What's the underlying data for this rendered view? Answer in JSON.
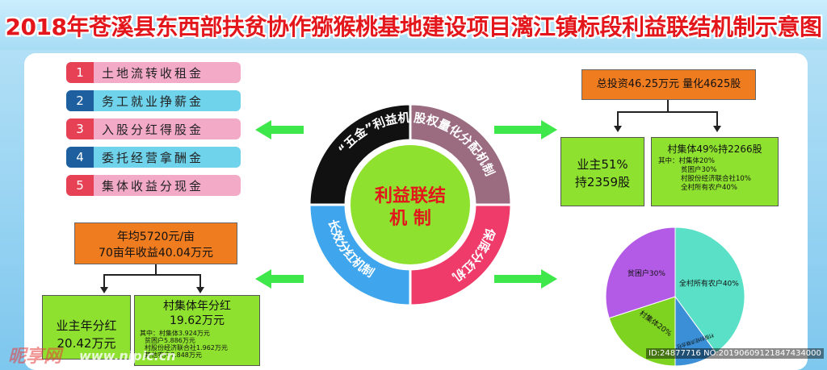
{
  "title": "2018年苍溪县东西部扶贫协作猕猴桃基地建设项目漓江镇标段利益联结机制示意图",
  "left_items": [
    {
      "num": "1",
      "label": "土地流转收租金",
      "style": "pink"
    },
    {
      "num": "2",
      "label": "务工就业挣薪金",
      "style": "cyan"
    },
    {
      "num": "3",
      "label": "入股分红得股金",
      "style": "pink"
    },
    {
      "num": "4",
      "label": "委托经营拿酬金",
      "style": "cyan"
    },
    {
      "num": "5",
      "label": "集体收益分现金",
      "style": "pink"
    }
  ],
  "center": {
    "core_line1": "利益联结",
    "core_line2": "机 制",
    "segments": [
      {
        "label": "“五金”利益机制",
        "color": "#111111"
      },
      {
        "label": "股权量化分配机制",
        "color": "#9b6b80"
      },
      {
        "label": "保底分红机",
        "color": "#ee3b6a"
      },
      {
        "label": "长效分红机制",
        "color": "#3fa6ee"
      }
    ]
  },
  "bottom_left": {
    "header_line1": "年均5720元/亩",
    "header_line2": "70亩年收益40.04万元",
    "owner_line1": "业主年分红",
    "owner_line2": "20.42万元",
    "village_line1": "村集体年分红",
    "village_line2": "19.62万元",
    "village_details": [
      "其中：村集体3.924万元",
      "贫困户5.886万元",
      "村股份经济联合社1.962万元",
      "其他农户7.848万元"
    ]
  },
  "top_right": {
    "header": "总投资46.25万元  量化4625股",
    "owner_line1": "业主51%",
    "owner_line2": "持2359股",
    "village_title": "村集体49%持2266股",
    "village_details": [
      "其中：村集体20%",
      "贫困户30%",
      "村股份经济联合社10%",
      "全村所有农户40%"
    ]
  },
  "chart_data": {
    "type": "pie",
    "slices": [
      {
        "label": "全村所有农户40%",
        "value": 40,
        "color": "#59e0c6"
      },
      {
        "label": "村股份经济联合社10%",
        "value": 10,
        "color": "#3a8fd6"
      },
      {
        "label": "村集体20%",
        "value": 20,
        "color": "#7ed321"
      },
      {
        "label": "贫困户30%",
        "value": 30,
        "color": "#b35be6"
      }
    ]
  },
  "watermark": {
    "logo": "昵享网",
    "url": "www.nipic.cn",
    "id": "ID:24877716 NO:20190609121847434000"
  }
}
